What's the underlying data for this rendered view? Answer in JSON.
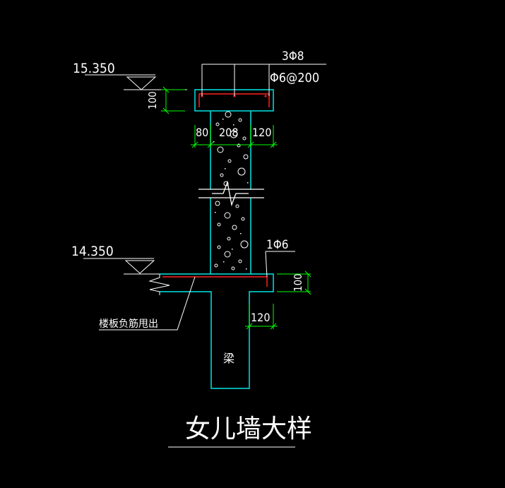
{
  "drawing": {
    "title": "女儿墙大样",
    "elevations": {
      "top": "15.350",
      "bottom": "14.350"
    },
    "rebar": {
      "top_main": "3Φ8",
      "top_stirrup": "Φ6@200",
      "bottom_bar": "1Φ6"
    },
    "dimensions": {
      "coping_thickness": "100",
      "left_offset": "80",
      "wall_width": "208",
      "right_offset": "120",
      "beam_ledge_thickness": "100",
      "beam_ledge_width": "120"
    },
    "notes": {
      "slab_bar": "楼板负筋甩出",
      "beam": "梁"
    },
    "colors": {
      "background": "#000000",
      "outline": "#00e5e5",
      "rebar": "#ff2020",
      "dimension": "#00ff00",
      "text": "#ffffff"
    }
  }
}
